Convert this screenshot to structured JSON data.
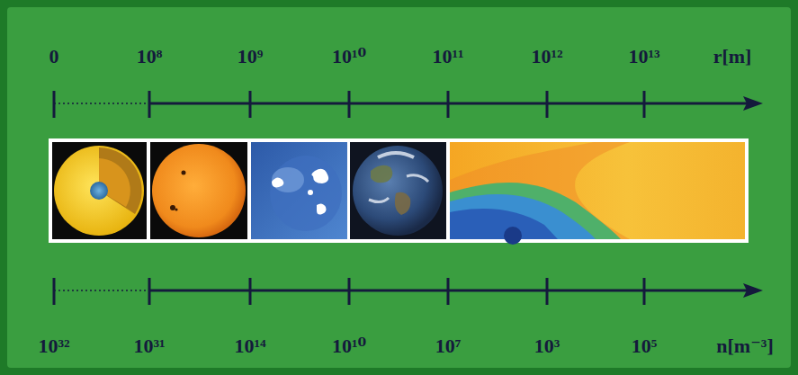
{
  "diagram": {
    "labels": [
      "0",
      "10⁸",
      "10⁹",
      "10¹⁰",
      "10¹¹",
      "10¹²",
      "10¹³",
      "r[m]",
      "10³²",
      "10³¹",
      "10¹⁴",
      "10¹⁰",
      "10⁷",
      "10³",
      "10⁵",
      "n[m⁻³]"
    ]
  }
}
